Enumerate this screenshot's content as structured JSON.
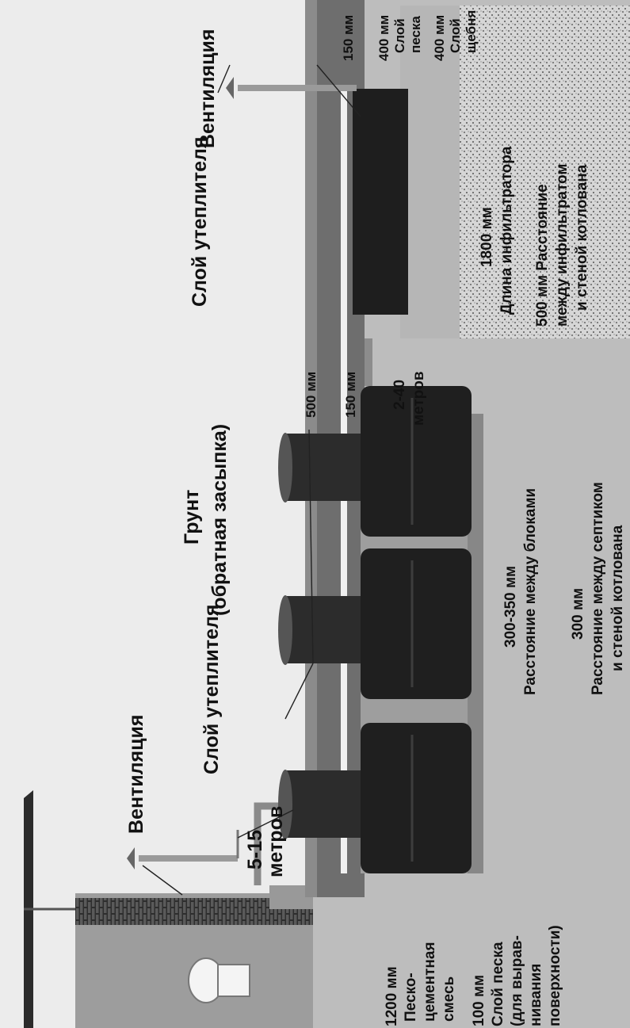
{
  "labels": {
    "vent_left": "Вентиляция",
    "vent_right": "Вентиляция",
    "insul_left": "Слой утеплителя",
    "insul_right": "Слой утеплителя",
    "soil_1": "Грунт",
    "soil_2": "(обратная засыпка)",
    "dist_house_1": "5-15",
    "dist_house_2": "метров",
    "dim_1200": "1200 мм",
    "mix_1": "Песко-",
    "mix_2": "цементная",
    "mix_3": "смесь",
    "dim_100": "100 мм",
    "sandlayer_1": "Слой песка",
    "sandlayer_2": "(для вырав-",
    "sandlayer_3": "нивания",
    "sandlayer_4": "поверхности)",
    "blocks_1": "300-350 мм",
    "blocks_2": "Расстояние между блоками",
    "pit_1": "300 мм",
    "pit_2": "Расстояние между септиком",
    "pit_3": "и стеной котлована",
    "dim_500": "500 мм",
    "dim_150a": "150 мм",
    "pipe_1": "2-40",
    "pipe_2": "метров",
    "dim_150b": "150 мм",
    "sand400_1": "400 мм",
    "sand400_2": "Слой",
    "sand400_3": "песка",
    "gravel400_1": "400 мм",
    "gravel400_2": "Слой",
    "gravel400_3": "щебня",
    "inf_1": "1800 мм",
    "inf_2": "Длина инфильтратора",
    "inf500_1": "500 мм Расстояние",
    "inf500_2": "между инфильтратом",
    "inf500_3": "и стеной котлована"
  },
  "colors": {
    "sky": "#e9e9e9",
    "ground": "#bdbdbd",
    "trench": "#737373",
    "sand": "#a9a9a9",
    "gravel": "#d4d4d4",
    "tank": "#1e1e1e",
    "brick": "#3a3a3a"
  }
}
